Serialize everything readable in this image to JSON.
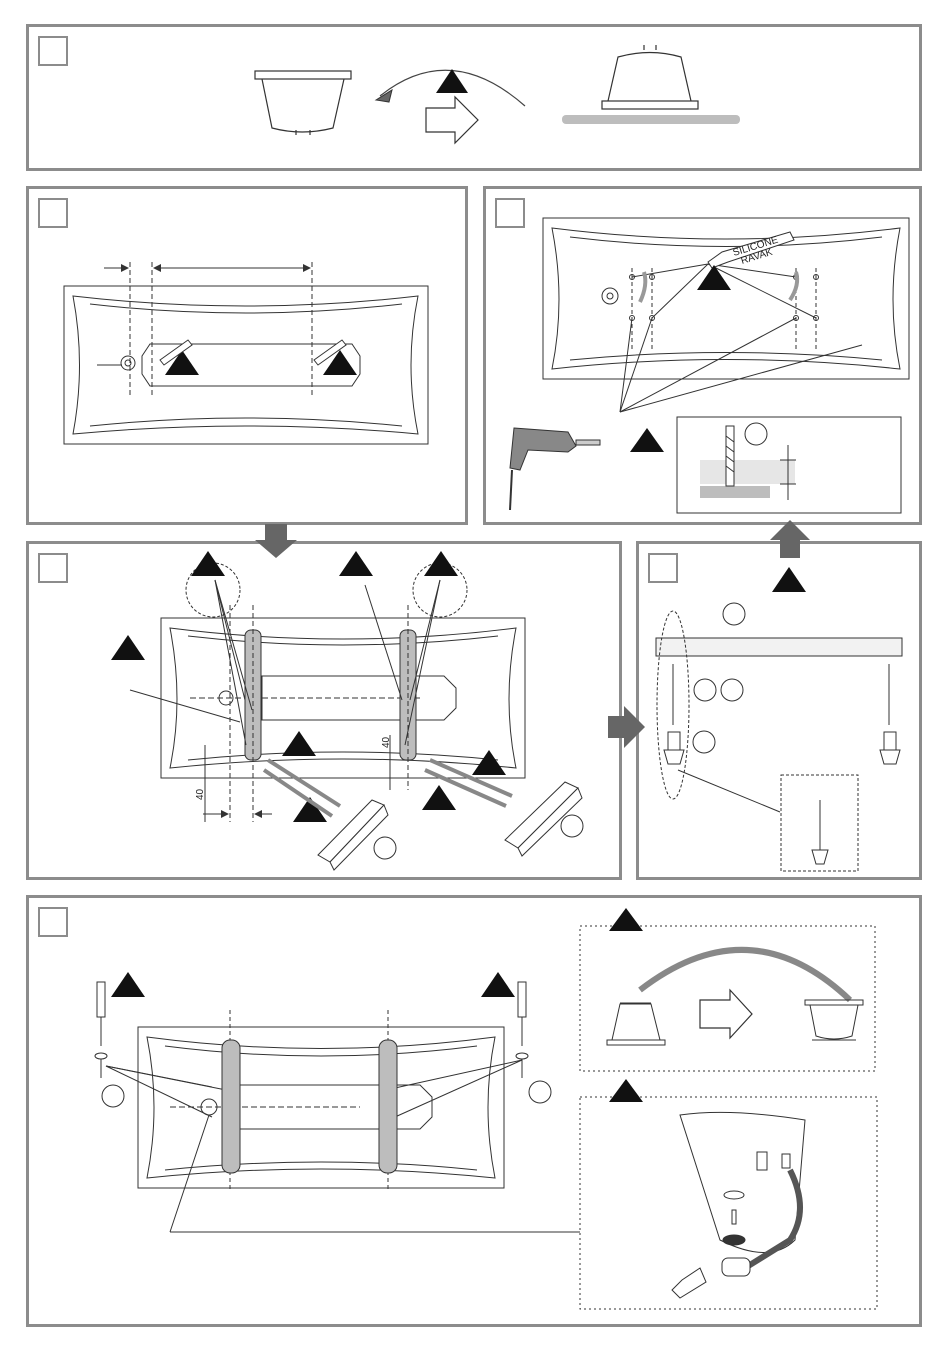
{
  "steps": [
    "",
    "",
    "",
    "",
    "",
    ""
  ],
  "labels": {
    "dim_left": "40",
    "dim_mid": "40",
    "silicone_line1": "SILICONE",
    "silicone_line2": "RAVAK"
  },
  "colors": {
    "frame": "#8c8c8c",
    "line": "#333333",
    "fill_gray": "#bdbdbd",
    "warning": "#111111"
  }
}
